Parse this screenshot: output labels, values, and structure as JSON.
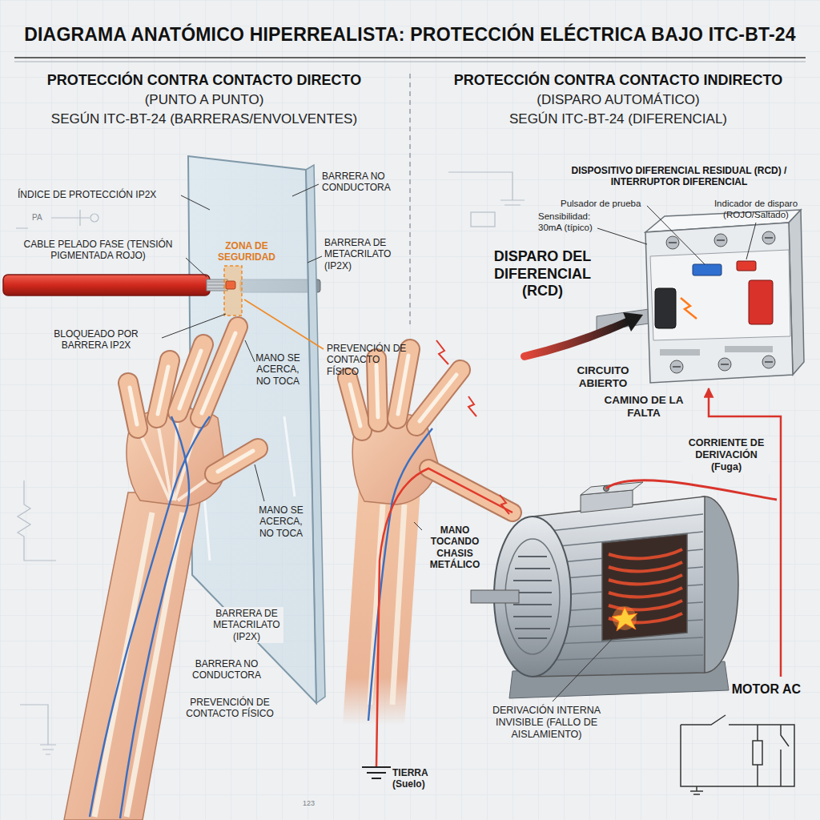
{
  "diagram": {
    "title": "DIAGRAMA ANATÓMICO HIPERREALISTA: PROTECCIÓN ELÉCTRICA BAJO ITC-BT-24",
    "nodes": [
      {
        "text": [
          "DISPOSITIVO DIFERENCIAL RESIDUAL (RCD) / INTERRUPTOR DIFERENCIAL"
        ]
      },
      {
        "text": [
          "MOTOR AC"
        ]
      }
    ],
    "edges": [
      {
        "from": 1,
        "to": 0,
        "arrow": "to",
        "label": "CORRIENTE DE DERIVACIÓN (Fuga)"
      }
    ],
    "labels": [
      "PROTECCIÓN CONTRA CONTACTO DIRECTO",
      "(PUNTO A PUNTO)",
      "SEGÚN ITC-BT-24 (BARRERAS/ENVOLVENTES)",
      "PROTECCIÓN CONTRA CONTACTO INDIRECTO",
      "(DISPARO AUTOMÁTICO)",
      "SEGÚN ITC-BT-24 (DIFERENCIAL)",
      "BARRERA NO CONDUCTORA",
      "ÍNDICE DE PROTECCIÓN IP2X",
      "CABLE PELADO FASE (TENSIÓN PIGMENTADA ROJO)",
      "ZONA DE SEGURIDAD",
      "BARRERA DE METACRILATO (IP2X)",
      "BLOQUEADO POR BARRERA IP2X",
      "MANO SE ACERCA, NO TOCA",
      "PREVENCIÓN DE CONTACTO FÍSICO",
      "MANO SE ACERCA, NO TOCA",
      "BARRERA DE METACRILATO (IP2X)",
      "BARRERA NO CONDUCTORA",
      "PREVENCIÓN DE CONTACTO FÍSICO",
      "Pulsador de prueba",
      "Indicador de disparo (ROJO/Saltado)",
      "Sensibilidad: 30mA (típico)",
      "DISPARO DEL DIFERENCIAL (RCD)",
      "CIRCUITO ABIERTO",
      "CAMINO DE LA FALTA",
      "MANO TOCANDO CHASIS METÁLICO",
      "DERIVACIÓN INTERNA INVISIBLE (FALLO DE AISLAMIENTO)",
      "TIERRA (Suelo)",
      "PA",
      "123"
    ]
  }
}
